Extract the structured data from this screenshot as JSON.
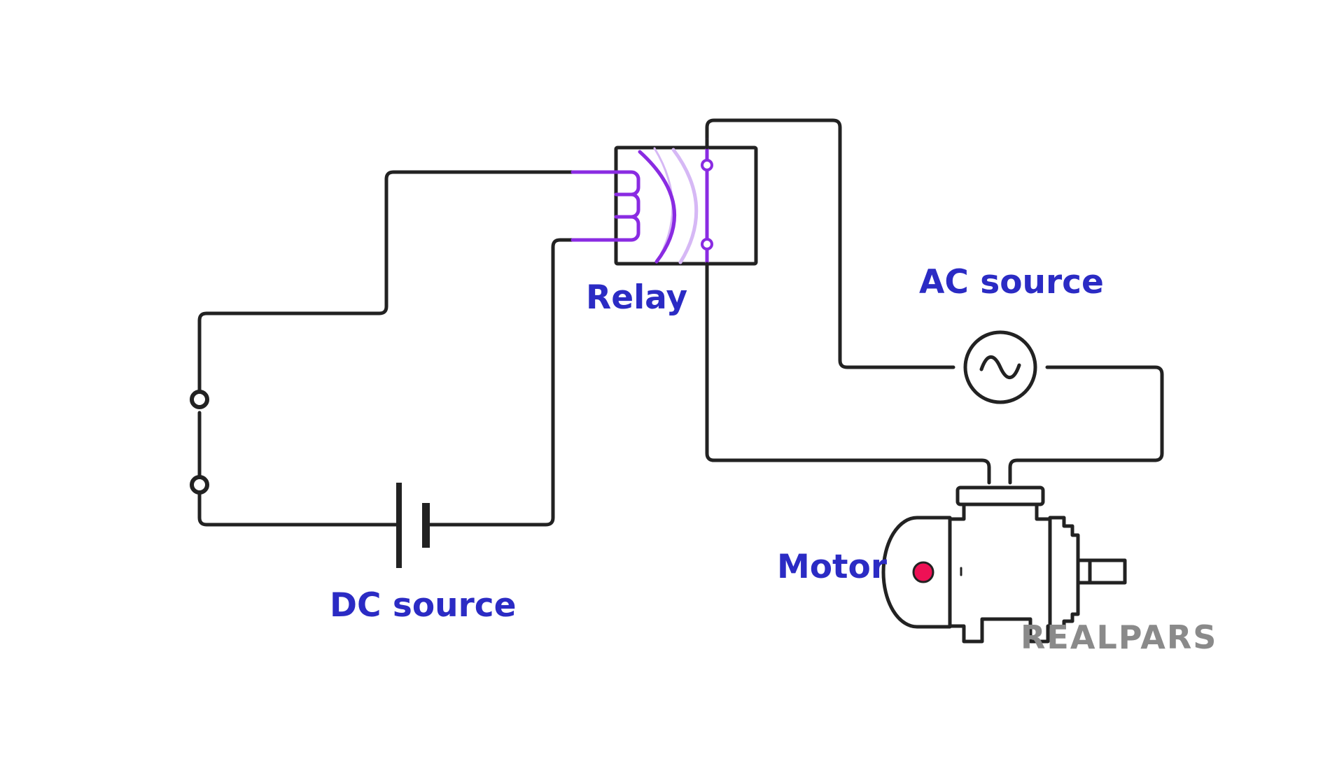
{
  "labels": {
    "relay": "Relay",
    "ac_source": "AC source",
    "motor": "Motor",
    "dc_source": "DC source"
  },
  "brand": "REALPARS",
  "colors": {
    "label": "#2b2bc4",
    "wire": "#222222",
    "coil": "#8a2be2",
    "coil_light": "#d6b8f5",
    "motor_indicator": "#ee1155",
    "brand": "#8a8a8a",
    "background": "#ffffff"
  }
}
